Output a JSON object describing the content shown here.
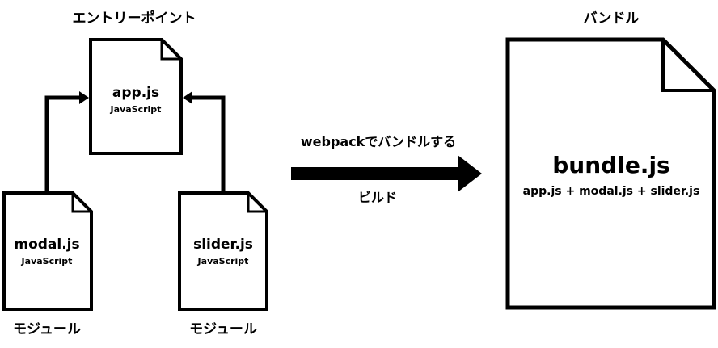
{
  "entry_point": {
    "heading": "エントリーポイント",
    "file": {
      "name": "app.js",
      "language": "JavaScript",
      "icon": "document-icon"
    }
  },
  "modules": [
    {
      "name": "modal.js",
      "language": "JavaScript",
      "caption": "モジュール",
      "icon": "document-icon"
    },
    {
      "name": "slider.js",
      "language": "JavaScript",
      "caption": "モジュール",
      "icon": "document-icon"
    }
  ],
  "process": {
    "label": "webpackでバンドルする",
    "sublabel": "ビルド",
    "icon": "right-arrow-icon"
  },
  "bundle": {
    "heading": "バンドル",
    "name": "bundle.js",
    "contents": "app.js + modal.js + slider.js",
    "icon": "document-icon"
  },
  "colors": {
    "stroke": "#000000",
    "fill": "#ffffff",
    "text": "#000000"
  }
}
